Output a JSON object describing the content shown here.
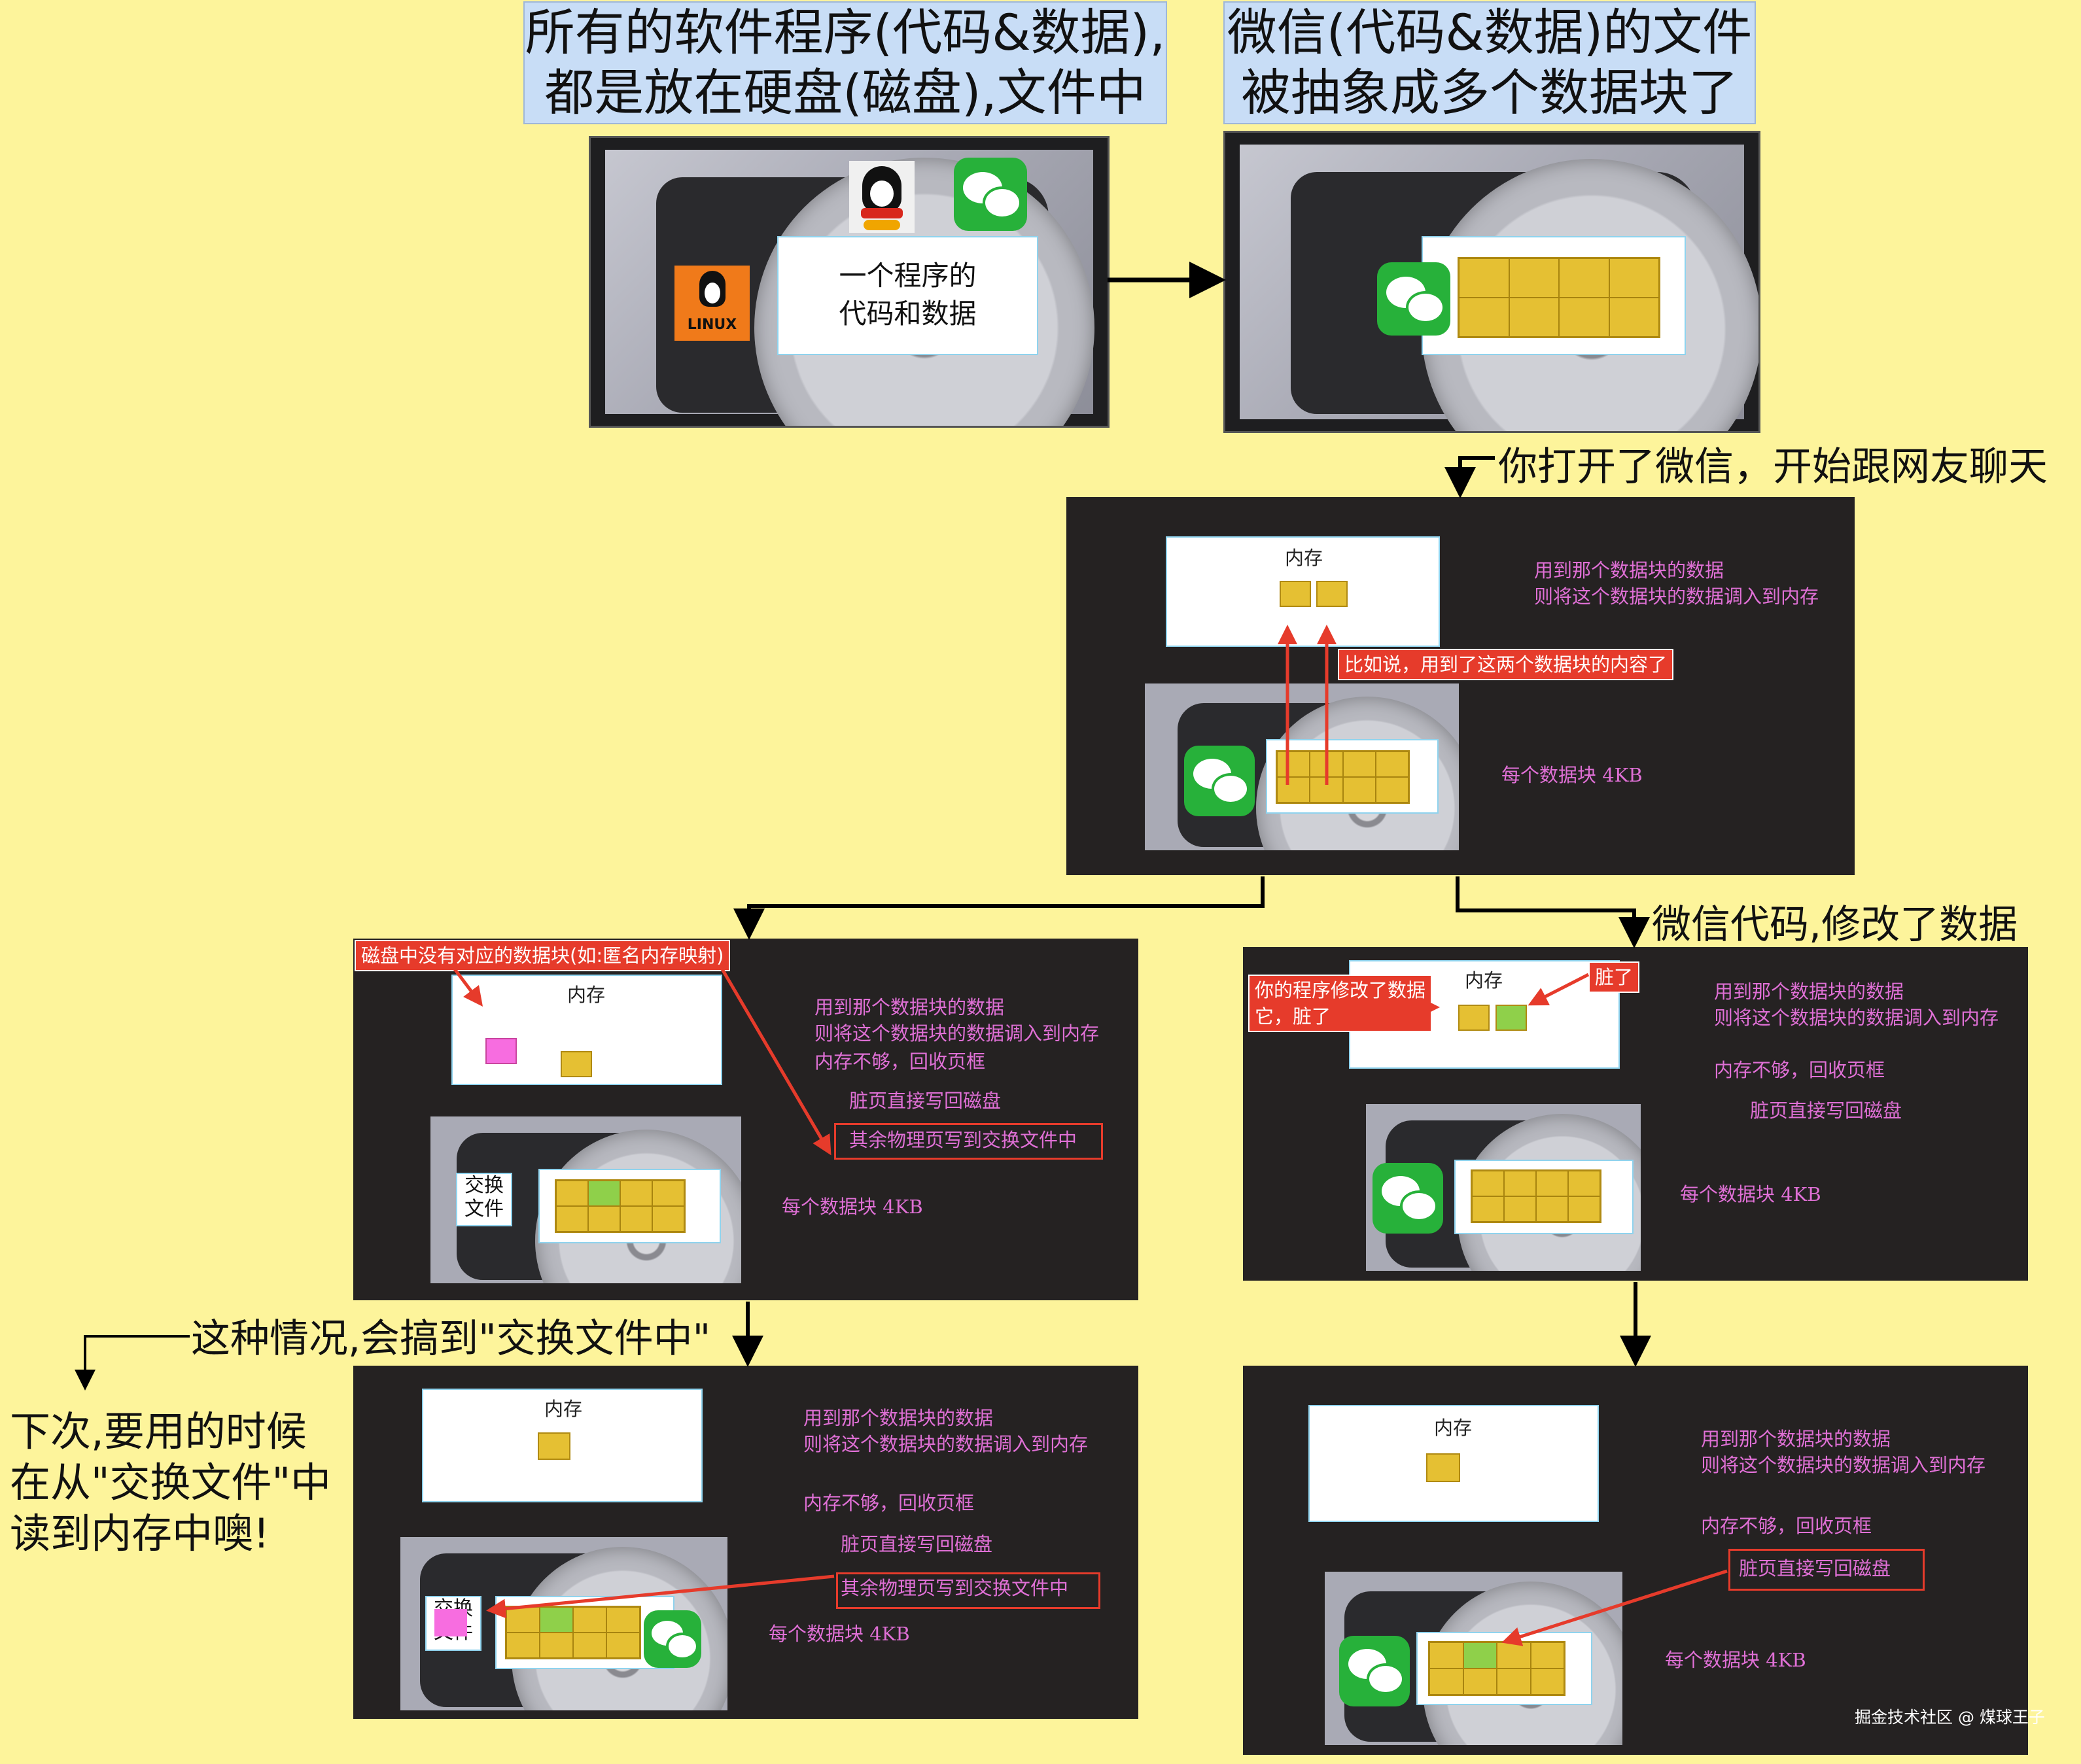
{
  "titles": {
    "left": "所有的软件程序(代码&数据),\n都是放在硬盘(磁盘),文件中",
    "right": "微信(代码&数据)的文件\n被抽象成多个数据块了"
  },
  "top_left_photo": {
    "box_text": "一个程序的\n代码和数据",
    "linux_label": "LINUX"
  },
  "step_label_open": "你打开了微信，开始跟网友聊天",
  "step_label_modify": "微信代码,修改了数据",
  "step_label_swap": "这种情况,会搞到\"交换文件中\"",
  "note_next": "下次,要用的时候\n在从\"交换文件\"中\n读到内存中噢!",
  "panel_center": {
    "memory_title": "内存",
    "text1": "用到那个数据块的数据\n则将这个数据块的数据调入到内存",
    "callout": "比如说，用到了这两个数据块的内容了",
    "block_size": "每个数据块 4KB"
  },
  "panel_left": {
    "callout": "磁盘中没有对应的数据块(如:匿名内存映射)",
    "memory_title": "内存",
    "text1": "用到那个数据块的数据\n则将这个数据块的数据调入到内存",
    "text2": "内存不够，回收页框",
    "text3": "脏页直接写回磁盘",
    "text4": "其余物理页写到交换文件中",
    "block_size": "每个数据块 4KB",
    "swap_file": "交换\n文件"
  },
  "panel_right": {
    "callout_modified": "你的程序修改了数据\n它，脏了",
    "callout_dirty": "脏了",
    "memory_title": "内存",
    "text1": "用到那个数据块的数据\n则将这个数据块的数据调入到内存",
    "text2": "内存不够，回收页框",
    "text3": "脏页直接写回磁盘",
    "block_size": "每个数据块 4KB"
  },
  "panel_bottom_left": {
    "memory_title": "内存",
    "text1": "用到那个数据块的数据\n则将这个数据块的数据调入到内存",
    "text2": "内存不够，回收页框",
    "text3": "脏页直接写回磁盘",
    "text4": "其余物理页写到交换文件中",
    "block_size": "每个数据块 4KB",
    "swap_file": "交换\n文件"
  },
  "panel_bottom_right": {
    "memory_title": "内存",
    "text1": "用到那个数据块的数据\n则将这个数据块的数据调入到内存",
    "text2": "内存不够，回收页框",
    "text3": "脏页直接写回磁盘",
    "block_size": "每个数据块 4KB",
    "watermark": "掘金技术社区 @ 煤球王子"
  },
  "colors": {
    "background": "#fdf49b",
    "panel": "#252222",
    "data_block": "#e5c033",
    "dirty_block": "#8fd04a",
    "anon_block": "#f76de0",
    "callout_red": "#e63b2b",
    "panel_text": "#e070d6"
  }
}
